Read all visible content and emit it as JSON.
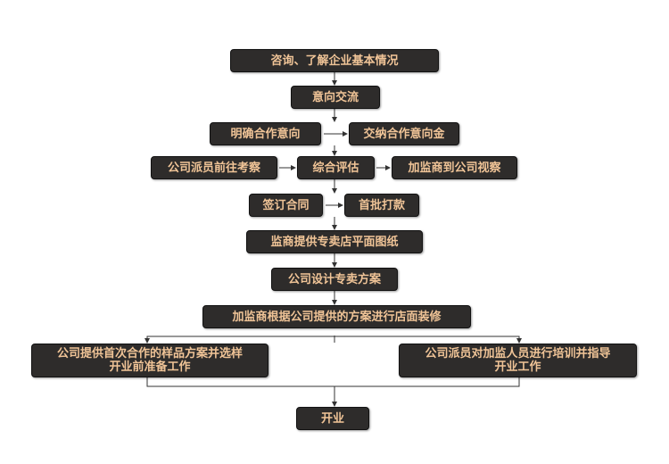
{
  "colors": {
    "box": "#2e2c2b",
    "text": "#f0c497",
    "line": "#333333"
  },
  "nodes": {
    "consult": "咨询、了解企业基本情况",
    "intent_exchange": "意向交流",
    "confirm_intent": "明确合作意向",
    "pay_deposit": "交纳合作意向金",
    "company_visit": "公司派员前往考察",
    "evaluate": "综合评估",
    "franchisee_visit": "加监商到公司视察",
    "sign_contract": "签订合同",
    "first_payment": "首批打款",
    "floor_plan": "监商提供专卖店平面图纸",
    "design_plan": "公司设计专卖方案",
    "renovation": "加监商根据公司提供的方案进行店面装修",
    "samples_line1": "公司提供首次合作的样品方案并选样",
    "samples_line2": "开业前准备工作",
    "training_line1": "公司派员对加监人员进行培训并指导",
    "training_line2": "开业工作",
    "opening": "开业"
  }
}
